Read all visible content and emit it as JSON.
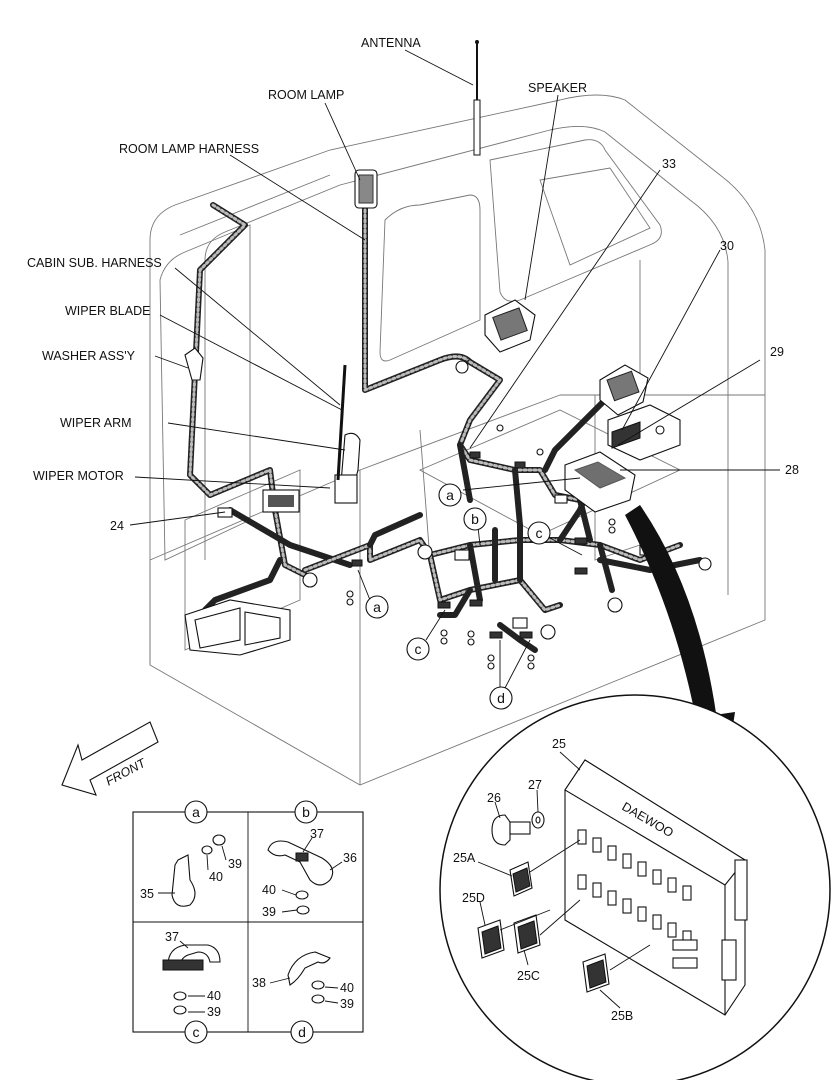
{
  "labels": {
    "antenna": "ANTENNA",
    "room_lamp": "ROOM LAMP",
    "speaker": "SPEAKER",
    "room_lamp_harness": "ROOM LAMP HARNESS",
    "cabin_sub_harness": "CABIN SUB. HARNESS",
    "wiper_blade": "WIPER BLADE",
    "washer_assy": "WASHER ASS'Y",
    "wiper_arm": "WIPER ARM",
    "wiper_motor": "WIPER MOTOR",
    "front": "FRONT",
    "fuse_brand": "DAEWOO"
  },
  "part_numbers": {
    "p33": "33",
    "p30": "30",
    "p29": "29",
    "p28": "28",
    "p24": "24",
    "p25": "25",
    "p26": "26",
    "p27": "27",
    "p25A": "25A",
    "p25D": "25D",
    "p25C": "25C",
    "p25B": "25B",
    "p35": "35",
    "p36": "36",
    "p37": "37",
    "p38": "38",
    "p39": "39",
    "p40": "40"
  },
  "detail_letters": {
    "a": "a",
    "b": "b",
    "c": "c",
    "d": "d"
  }
}
